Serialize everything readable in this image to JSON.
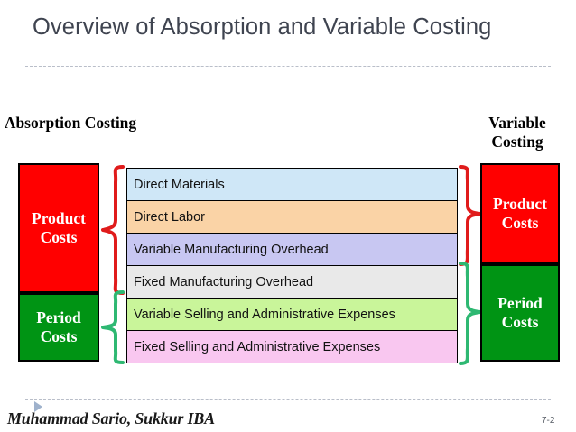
{
  "slide": {
    "title": "Overview of Absorption and Variable Costing",
    "page_number": "7-2",
    "author": "Muhammad Sario, Sukkur IBA"
  },
  "absorption": {
    "caption": "Absorption Costing",
    "product_label": "Product Costs",
    "period_label": "Period Costs"
  },
  "variable": {
    "caption": "Variable Costing",
    "product_label": "Product Costs",
    "period_label": "Period Costs"
  },
  "cost_rows": [
    {
      "label": "Direct Materials",
      "color": "#cfe7f7"
    },
    {
      "label": "Direct Labor",
      "color": "#fad3a6"
    },
    {
      "label": "Variable Manufacturing Overhead",
      "color": "#c8c7f2"
    },
    {
      "label": "Fixed Manufacturing Overhead",
      "color": "#e9e9e9"
    },
    {
      "label": "Variable Selling and Administrative Expenses",
      "color": "#c9f59a"
    },
    {
      "label": "Fixed Selling and Administrative Expenses",
      "color": "#f9c7f0"
    }
  ],
  "colors": {
    "product_box": "#ff0000",
    "period_box": "#009414",
    "brace_red": "#e01b1b",
    "brace_green": "#2eb872",
    "title_text": "#3f4450",
    "rule": "#b9bec9"
  },
  "braces": {
    "left_red_name": "absorption-product-brace",
    "left_green_name": "absorption-period-brace",
    "right_red_name": "variable-product-brace",
    "right_green_name": "variable-period-brace"
  }
}
